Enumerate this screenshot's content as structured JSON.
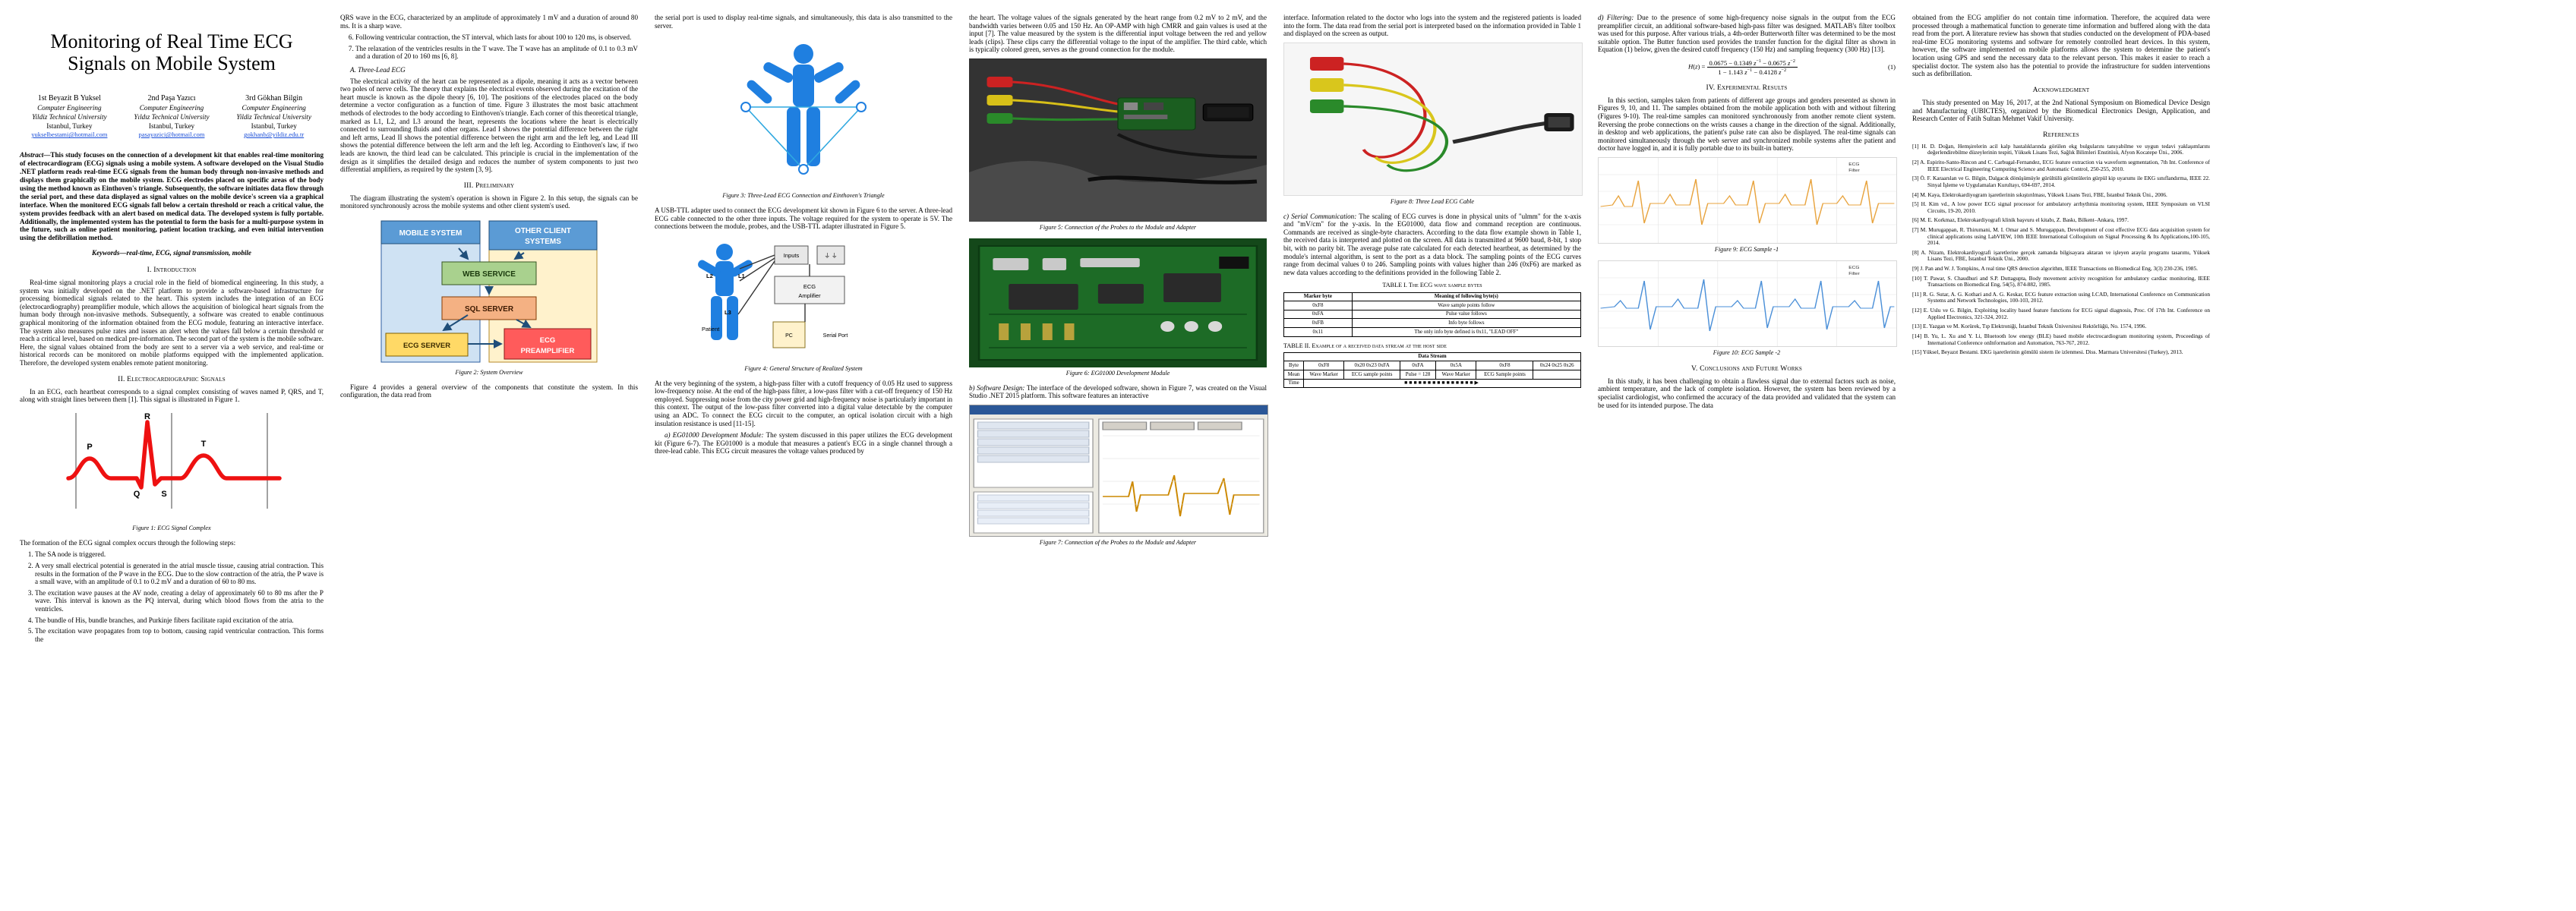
{
  "paper": {
    "title": "Monitoring of Real Time ECG Signals on Mobile System",
    "authors": [
      {
        "name": "1st Beyazit B Yuksel",
        "dept": "Computer Engineering",
        "univ": "Yildiz Technical University",
        "city": "Istanbul, Turkey",
        "email": "yukselbestami@hotmail.com"
      },
      {
        "name": "2nd Paşa Yazıcı",
        "dept": "Computer Engineering",
        "univ": "Yıldız Technical University",
        "city": "Istanbul, Turkey",
        "email": "pasayazici@hotmail.com"
      },
      {
        "name": "3rd Gökhan Bilgin",
        "dept": "Computer Engineering",
        "univ": "Yildiz Technical University",
        "city": "Istanbul, Turkey",
        "email": "gokhanb@yildiz.edu.tr"
      }
    ],
    "abstract_lead": "Abstract—",
    "abstract": "This study focuses on the connection of a development kit that enables real-time monitoring of electrocardiogram (ECG) signals using a mobile system. A software developed on the Visual Studio .NET platform reads real-time ECG signals from the human body through non-invasive methods and displays them graphically on the mobile system. ECG electrodes placed on specific areas of the body using the method known as Einthoven's triangle. Subsequently, the software initiates data flow through the serial port, and these data displayed as signal values on the mobile device's screen via a graphical interface. When the monitored ECG signals fall below a certain threshold or reach a critical value, the system provides feedback with an alert based on medical data. The developed system is fully portable. Additionally, the implemented system has the potential to form the basis for a multi-purpose system in the future, such as online patient monitoring, patient location tracking, and even initial intervention using the defibrillation method.",
    "keywords": "Keywords—real-time, ECG, signal transmission, mobile"
  },
  "sections": {
    "s1": "I.    Introduction",
    "s2": "II.    Electrocardiographic Signals",
    "s3": "III.    Preliminary",
    "s4": "IV.    Experimental Results",
    "s5": "V.    Conclusions and Future Works",
    "ack": "Acknowledgment",
    "refs": "References"
  },
  "col1": {
    "intro_p1": "Real-time signal monitoring plays a crucial role in the field of biomedical engineering. In this study, a system was initially developed on the .NET platform to provide a software-based infrastructure for processing biomedical signals related to the heart. This system includes the integration of an ECG (electrocardiography) preamplifier module, which allows the acquisition of biological heart signals from the human body through non-invasive methods. Subsequently, a software was created to enable continuous graphical monitoring of the information obtained from the ECG module, featuring an interactive interface. The system also measures pulse rates and issues an alert when the values fall below a certain threshold or reach a critical level, based on medical pre-information. The second part of the system is the mobile software. Here, the signal values obtained from the body are sent to a server via a web service, and real-time or historical records can be monitored on mobile platforms equipped with the implemented application. Therefore, the developed system enables remote patient monitoring.",
    "s2_p1": "In an ECG, each heartbeat corresponds to a signal complex consisting of waves named P, QRS, and T, along with straight lines between them [1]. This signal is illustrated in Figure 1.",
    "fig1_cap": "Figure 1: ECG Signal Complex",
    "s2_p2": "The formation of the ECG signal complex occurs through the following steps:",
    "steps": [
      "The SA node is triggered.",
      "A very small electrical potential is generated in the atrial muscle tissue, causing atrial contraction. This results in the formation of the P wave in the ECG. Due to the slow contraction of the atria, the P wave is a small wave, with an amplitude of 0.1 to 0.2 mV and a duration of 60 to 80 ms.",
      "The excitation wave pauses at the AV node, creating a delay of approximately 60 to 80 ms after the P wave. This interval is known as the PQ interval, during which blood flows from the atria to the ventricles.",
      "The bundle of His, bundle branches, and Purkinje fibers facilitate rapid excitation of the atria.",
      "The excitation wave propagates from top to bottom, causing rapid ventricular contraction. This forms the"
    ],
    "ecg_labels": {
      "p": "P",
      "q": "Q",
      "r": "R",
      "s": "S",
      "t": "T"
    }
  },
  "col2": {
    "p1": "QRS wave in the ECG, characterized by an amplitude of approximately 1 mV and a duration of around 80 ms. It is a sharp wave.",
    "steps_cont": [
      "Following ventricular contraction, the ST interval, which lasts for about 100 to 120 ms, is observed.",
      "The relaxation of the ventricles results in the T wave. The T wave has an amplitude of 0.1 to 0.3 mV and a duration of 20 to 160 ms [6, 8]."
    ],
    "h_threelead": "A.  Three-Lead ECG",
    "p2": "The electrical activity of the heart can be represented as a dipole, meaning it acts as a vector between two poles of nerve cells. The theory that explains the electrical events observed during the excitation of the heart muscle is known as the dipole theory [6, 10]. The positions of the electrodes placed on the body determine a vector configuration as a function of time. Figure 3 illustrates the most basic attachment methods of electrodes to the body according to Einthoven's triangle. Each corner of this theoretical triangle, marked as L1, L2, and L3 around the heart, represents the locations where the heart is electrically connected to surrounding fluids and other organs. Lead I shows the potential difference between the right and left arms, Lead II shows the potential difference between the right arm and the left leg, and Lead III shows the potential difference between the left arm and the left leg. According to Einthoven's law, if two leads are known, the third lead can be calculated. This principle is crucial in the implementation of the design as it simplifies the detailed design and reduces the number of system components to just two differential amplifiers, as required by the system [3, 9].",
    "p3": "The diagram illustrating the system's operation is shown in Figure 2. In this setup, the signals can be monitored synchronously across the mobile systems and other client system's used.",
    "fig2_cap": "Figure 2: System Overview",
    "p4": "Figure 4 provides a general overview of the components that constitute the system. In this configuration, the data read from",
    "diagram": {
      "mobile": "MOBILE SYSTEM",
      "other": "OTHER CLIENT SYSTEMS",
      "web": "WEB SERVICE",
      "sql": "SQL SERVER",
      "ecgserver": "ECG SERVER",
      "preamp": "ECG PREAMPLIFIER"
    }
  },
  "col3": {
    "p1": "the serial port is used to display real-time signals, and simultaneously, this data is also transmitted to the server.",
    "fig3_cap": "Figure 3: Three-Lead ECG Connection and Einthoven's Triangle",
    "p2": "A USB-TTL adapter used to connect the ECG development kit shown in Figure 6 to the server. A three-lead ECG cable connected to the other three inputs. The voltage required for the system to operate is 5V. The connections between the module, probes, and the USB-TTL adapter illustrated in Figure 5.",
    "fig4_cap": "Figure 4: General Structure of Realized System",
    "p3": "At the very beginning of the system, a high-pass filter with a cutoff frequency of 0.05 Hz used to suppress low-frequency noise. At the end of the high-pass filter, a low-pass filter with a cut-off frequency of 150 Hz employed. Suppressing noise from the city power grid and high-frequency noise is particularly important in this context. The output of the low-pass filter converted into a digital value detectable by the computer using an ADC. To connect the ECG circuit to the computer, an optical isolation circuit with a high insulation resistance is used [11-15].",
    "h_eg": "a)  EG01000 Development Module:",
    "p4": "The system discussed in this paper utilizes the ECG development kit (Figure 6-7). The EG01000 is a module that measures a patient's ECG in a single channel through a three-lead cable. This ECG circuit measures the voltage values produced by",
    "body_labels": {
      "l1": "L1",
      "l2": "L2",
      "l3": "L3",
      "patient": "Patient",
      "inputs": "Inputs",
      "amp": "ECG Amplifier",
      "pc": "PC",
      "serial": "Serial Port"
    }
  },
  "col4": {
    "p1": "the heart. The voltage values of the signals generated by the heart range from 0.2 mV to 2 mV, and the bandwidth varies between 0.05 and 150 Hz. An OP-AMP with high CMRR and gain values is used at the input [7]. The value measured by the system is the differential input voltage between the red and yellow leads (clips). These clips carry the differential voltage to the input of the amplifier. The third cable, which is typically colored green, serves as the ground connection for the module.",
    "fig5_cap": "Figure 5: Connection of the Probes to the Module and Adapter",
    "fig6_cap": "Figure 6: EG01000 Development Module",
    "h_sw": "b)  Software Design:",
    "p2": "The interface of the developed software, shown in Figure 7, was created on the Visual Studio .NET 2015 platform. This software features an interactive",
    "fig7_cap": "Figure 7: Connection of the Probes to the Module and Adapter"
  },
  "col5": {
    "p1": "interface. Information related to the doctor who logs into the system and the registered patients is loaded into the form. The data read from the serial port is interpreted based on the information provided in Table 1 and displayed on the screen as output.",
    "fig_cap": "Figure 8: Three Lead ECG Cable",
    "h_serial": "c)  Serial Communication:",
    "p2": "The scaling of ECG curves is done in physical units of \"ulmm\" for the x-axis and \"mV/cm\" for the y-axis. In the EG01000, data flow and command reception are continuous. Commands are received as single-byte characters. According to the data flow example shown in Table 1, the received data is interpreted and plotted on the screen. All data is transmitted at 9600 baud, 8-bit, 1 stop bit, with no parity bit. The average pulse rate calculated for each detected heartbeat, as determined by the module's internal algorithm, is sent to the port as a data block. The sampling points of the ECG curves range from decimal values 0 to 246. Sampling points with values higher than 246 (0xF6) are marked as new data values according to the definitions provided in the following Table 2.",
    "table1_cap": "TABLE I.    The ECG wave sample bytes",
    "table1": {
      "headers": [
        "Marker byte",
        "Meaning of following byte(s)"
      ],
      "rows": [
        [
          "0xF8",
          "Wave sample points follow"
        ],
        [
          "0xFA",
          "Pulse value follows"
        ],
        [
          "0xFB",
          "Info byte follows"
        ],
        [
          "0x11",
          "The only info byte defined is 0x11, \"LEAD OFF\""
        ]
      ]
    },
    "table2_cap": "TABLE II.    Example of a received data stream at the host side",
    "table2": {
      "title": "Data Stream",
      "rows": [
        [
          "Byte",
          "0xF8",
          "0x20 0x23 0xFA",
          "0xFA",
          "0x5A",
          "0xF8",
          "0x24 0x25 0x26"
        ],
        [
          "Mean",
          "Wave Marker",
          "ECG sample points",
          "Pulse = 128",
          "Wave Marker",
          "ECG Sample points"
        ],
        [
          "Time",
          "",
          "",
          "",
          "",
          "",
          ""
        ]
      ]
    }
  },
  "col6": {
    "h_filter": "d)  Filtering:",
    "p1": "Due to the presence of some high-frequency noise signals in the output from the ECG preamplifier circuit, an additional software-based high-pass filter was designed. MATLAB's filter toolbox was used for this purpose. After various trials, a 4th-order Butterworth filter was determined to be the most suitable option. The Butter function used provides the transfer function for the digital filter as shown in Equation (1) below, given the desired cutoff frequency (150 Hz) and sampling frequency (300 Hz) [13].",
    "eq_num": "(1)",
    "eq_text": "H(z) = (0.0675 − 0.1349 z⁻¹ − 0.0675 z⁻²) / (1 − 1.143 z⁻¹ − 0.4128 z⁻²)",
    "p2": "In this section, samples taken from patients of different age groups and genders presented as shown in Figures 9, 10, and 11. The samples obtained from the mobile application both with and without filtering (Figures 9-10). The real-time samples can monitored synchronously from another remote client system. Reversing the probe connections on the wrists causes a change in the direction of the signal. Additionally, in desktop and web applications, the patient's pulse rate can also be displayed. The real-time signals can monitored simultaneously through the web server and synchronized mobile systems after the patient and doctor have logged in, and it is fully portable due to its built-in battery.",
    "fig9_cap": "Figure 9: ECG Sample -1",
    "fig10_cap": "Figure 10: ECG Sample -2",
    "p3": "In this study, it has been challenging to obtain a flawless signal due to external factors such as noise, ambient temperature, and the lack of complete isolation. However, the system has been reviewed by a specialist cardiologist, who confirmed the accuracy of the data provided and validated that the system can be used for its intended purpose. The data",
    "plot_legend": [
      "ECG",
      "Filter"
    ]
  },
  "col7": {
    "p1": "obtained from the ECG amplifier do not contain time information. Therefore, the acquired data were processed through a mathematical function to generate time information and buffered along with the data read from the port. A literature review has shown that studies conducted on the development of PDA-based real-time ECG monitoring systems and software for remotely controlled heart devices. In this system, however, the software implemented on mobile platforms allows the system to determine the patient's location using GPS and send the necessary data to the relevant person. This makes it easier to reach a specialist doctor. The system also has the potential to provide the infrastructure for sudden interventions such as defibrillation.",
    "ack_text": "This study presented on May 16, 2017, at the 2nd National Symposium on Biomedical Device Design and Manufacturing (UBICTES), organized by the Biomedical Electronics Design, Application, and Research Center of Fatih Sultan Mehmet Vakif University.",
    "references": [
      "[1]   H. D. Doğan, Hemşirelerin acil kalp hastalıklarında görülen ekg bulgularını tanıyabilme ve uygun tedavi yaklaşımlarını değerlendirebilme düzeylerinin tespiti, Yüksek Lisans Tezi, Sağlık Bilimleri Enstitüsü, Afyon Kocatepe Üni., 2006.",
      "[2]   A. Espirito-Santo-Rincon and C. Carbugal-Fernandez, ECG feature extraction via waveform segmentation, 7th Int. Conference of IEEE Electrical Engineering Computing Science and Automatic Control, 250-255, 2010.",
      "[3]   Ö. F. Karaarslan ve G. Bilgin, Dalgacık dönüşümüyle gürültülü görüntülerin gürpül kip uyarumı ile EKG sınıflandırma, IEEE 22. Sinyal İşleme ve Uygulamaları Kurultayı, 694-697, 2014.",
      "[4]   M. Kaya, Elektrokardiyogram işaretlerinin sıkıştırılması, Yüksek Lisans Tezi, FBE, İstanbul Teknik Üni., 2006.",
      "[5]   H. Kim vd., A low power ECG signal processor for ambulatory arrhythmia monitoring system, IEEE Symposium on VLSI Circuits, 19-20, 2010.",
      "[6]   M. E. Korkmaz, Elektrokardiyografi klinik başvuru el kitabı, Z. Baskı, Bilkent–Ankara, 1997.",
      "[7]   M. Murugappan, R. Thirumani, M. I. Omar and S. Murugappan, Development of cost effective ECG data acquisition system for clinical applications using LabVIEW, 10th IEEE International Colloquium on Signal Processing & Its Applications,100-105, 2014.",
      "[8]   A. Nizam, Elektrokardiyografi işaretlerine gerçek zamanda bilgisayara aktaran ve işleyen arayüz programı tasarımı, Yüksek Lisans Tezi, FBE, İstanbul Teknik Üni., 2000.",
      "[9]   J. Pan and W. J. Tompkins, A real time QRS detection algorithm, IEEE Transactions on Biomedical Eng, 3(3) 230-236, 1985.",
      "[10]  T. Pawar, S. Chaudhuri and S.P. Duttagupta, Body movement activity recognition for ambulatory cardiac monitoring, IEEE Transactions on Biomedical Eng, 54(5), 874-882, 1985.",
      "[11]  R. G. Sutar, A. G. Kothari and A. G. Keskar, ECG feature extraction using LCAD, International Conference on Communication Systems and Network Technologies, 100-103, 2012.",
      "[12]  E. Uslu ve G. Bilgin, Exploiting locality based feature functions for ECG signal diagnosis, Proc. Of 17th Int. Conference on Applied Electronics, 321-324, 2012.",
      "[13]  E. Yazgan ve M. Korürek, Tıp Elektroniği, İstanbul Teknik Üniversitesi Rektörlüğü, No. 1574, 1996.",
      "[14]  B. Yu, L. Xu and Y. Li, Bluetooth low energy (BLE) based mobile electrocardiogram monitoring system, Proceedings of International Conference onInformation and Automation, 763-767, 2012.",
      "[15]  Yüksel, Beyazıt Bestami. EKG işaretlerinin gömülü sistem ile izlenmesi. Diss. Marmara Universitesi (Turkey), 2013."
    ]
  }
}
